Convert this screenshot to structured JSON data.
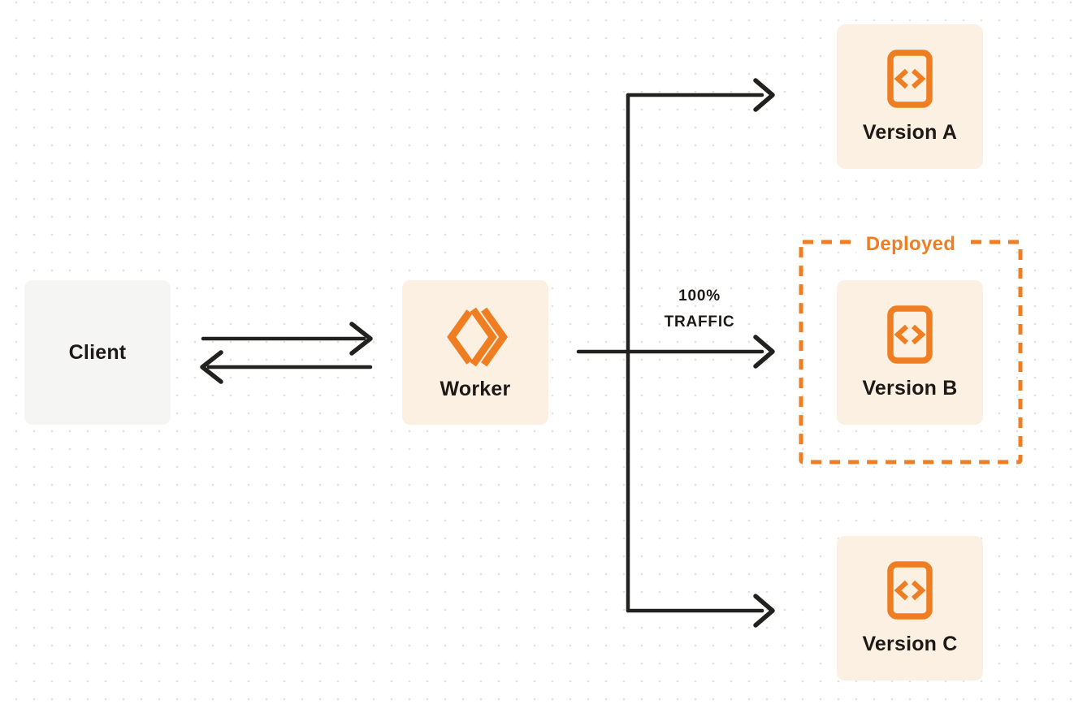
{
  "colors": {
    "orange": "#EE7E21",
    "node_cream": "#FBF0E1",
    "node_gray": "#F5F5F4",
    "line_dark": "#232020",
    "text_dark": "#1C1917",
    "background": "#FFFFFF",
    "grid_dot": "#E4E2DF"
  },
  "nodes": {
    "client": {
      "label": "Client"
    },
    "worker": {
      "label": "Worker",
      "icon": "workers-logo-icon"
    },
    "versions": [
      {
        "label": "Version A",
        "icon": "code-file-icon"
      },
      {
        "label": "Version B",
        "icon": "code-file-icon",
        "deployed": true
      },
      {
        "label": "Version C",
        "icon": "code-file-icon"
      }
    ]
  },
  "annotations": {
    "deployed_label": "Deployed",
    "traffic_line1": "100%",
    "traffic_line2": "TRAFFIC"
  }
}
